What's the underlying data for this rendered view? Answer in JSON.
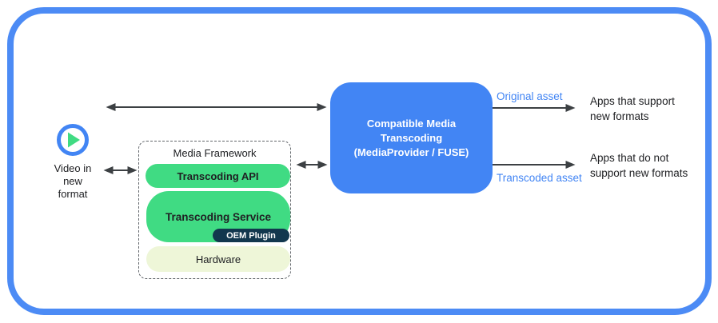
{
  "colors": {
    "frame_blue": "#4C8BF5",
    "box_blue": "#4285F4",
    "green": "#40DB83",
    "oem_navy": "#12374E",
    "hardware_yellow_green": "#EEF6D8",
    "arrow_gray": "#3C4043",
    "asset_label_blue": "#4285F4",
    "text_black": "#202124"
  },
  "source": {
    "icon": "play-icon",
    "label": "Video in\nnew\nformat"
  },
  "media_framework": {
    "title": "Media Framework",
    "transcoding_api": "Transcoding API",
    "transcoding_service": "Transcoding Service",
    "oem_plugin": "OEM Plugin",
    "hardware": "Hardware"
  },
  "transcoder": {
    "label": "Compatible Media\nTranscoding\n(MediaProvider / FUSE)"
  },
  "outputs": {
    "original": {
      "label": "Original asset",
      "target": "Apps that support\nnew formats"
    },
    "transcoded": {
      "label": "Transcoded asset",
      "target": "Apps that do not\nsupport new formats"
    }
  }
}
